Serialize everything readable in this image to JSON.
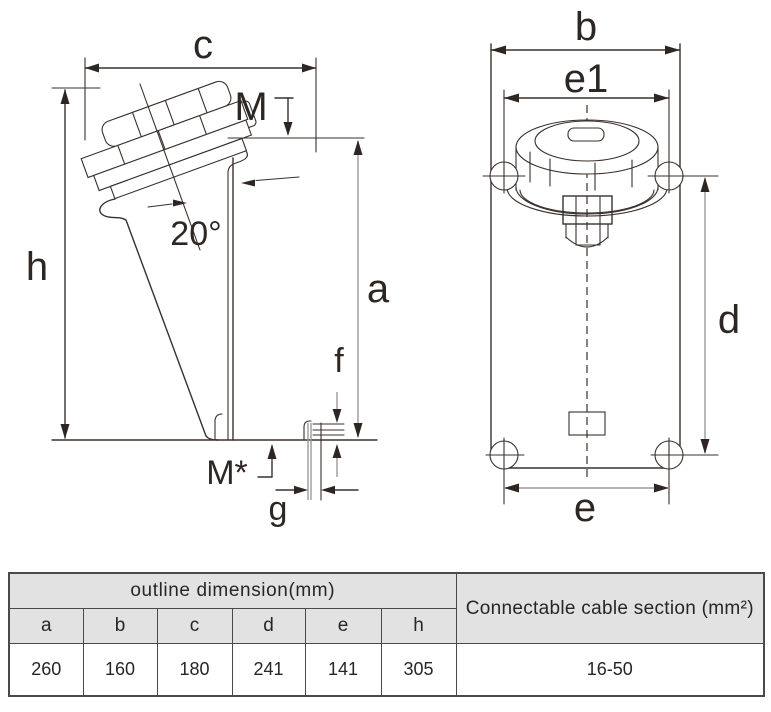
{
  "side_view": {
    "labels": {
      "c": "c",
      "m": "M",
      "h": "h",
      "a": "a",
      "angle": "20°",
      "f": "f",
      "m_star": "M*",
      "g": "g"
    }
  },
  "front_view": {
    "labels": {
      "b": "b",
      "e1": "e1",
      "d": "d",
      "e": "e"
    }
  },
  "table": {
    "outline_header": "outline dimension(mm)",
    "cable_header": "Connectable cable section (mm²)",
    "columns": [
      "a",
      "b",
      "c",
      "d",
      "e",
      "h"
    ],
    "values": [
      "260",
      "160",
      "180",
      "241",
      "141",
      "305"
    ],
    "cable_value": "16-50"
  },
  "colors": {
    "drawing_line": "#3a302b",
    "dimension_line": "#9b9b9b",
    "arrowhead": "#2e2622",
    "table_border": "#4a4a4a",
    "table_header_bg": "#e2e2e2",
    "text": "#262626"
  }
}
